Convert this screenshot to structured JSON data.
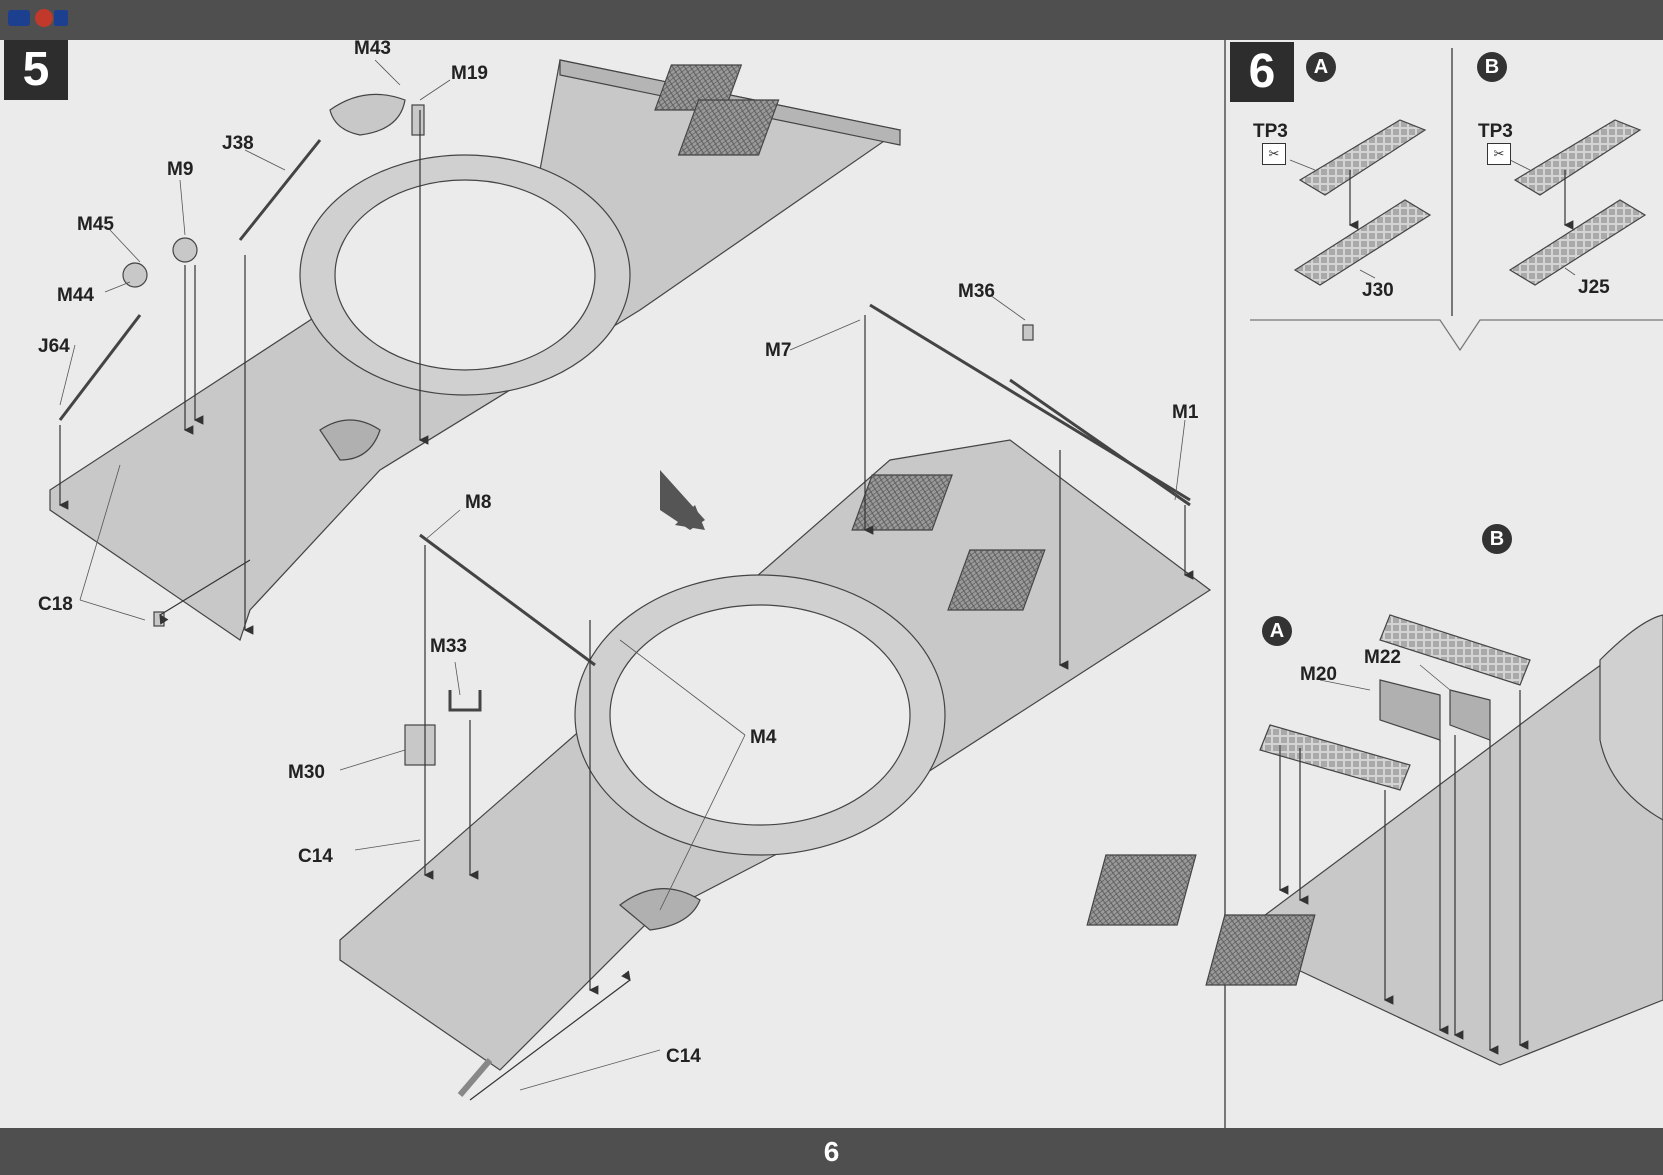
{
  "page": {
    "number": "6"
  },
  "logo": {
    "name": "logo-icon"
  },
  "step5": {
    "badge": "5",
    "labels": {
      "M43": "M43",
      "M19": "M19",
      "J38": "J38",
      "M9": "M9",
      "M45": "M45",
      "M44": "M44",
      "J64": "J64",
      "C18": "C18",
      "M8": "M8",
      "M33": "M33",
      "M30": "M30",
      "C14a": "C14",
      "C14b": "C14",
      "M4": "M4",
      "M7": "M7",
      "M36": "M36",
      "M1": "M1"
    }
  },
  "step6": {
    "badge": "6",
    "variants": [
      "A",
      "B"
    ],
    "variant_a": {
      "badge": "A",
      "mesh": "TP3",
      "frame": "J30"
    },
    "variant_b": {
      "badge": "B",
      "mesh": "TP3",
      "frame": "J25"
    },
    "assembly": {
      "badge_a": "A",
      "badge_b": "B",
      "M20": "M20",
      "M22": "M22"
    }
  },
  "colors": {
    "bar": "#4f4f4f",
    "background": "#ebebeb",
    "part": "#c8c8c8",
    "line": "#333333"
  }
}
